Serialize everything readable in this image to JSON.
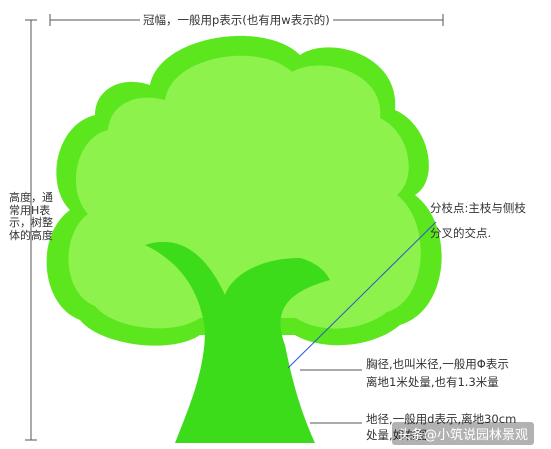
{
  "colors": {
    "crown_outer": "#5ce61e",
    "crown_inner": "#8ef24c",
    "trunk": "#3ddc1a",
    "dim_line": "#555555",
    "leader_line": "#2b55c9",
    "text": "#333333"
  },
  "annotations": {
    "crown_width": "冠幅，一般用p表示(也有用w表示的)",
    "height": "高度，通常用H表示，树整体的高度",
    "branch_point_line1": "分枝点:主枝与侧枝",
    "branch_point_line2": "分叉的交点.",
    "dbh_line1": "胸径,也叫米径,一般用Φ表示",
    "dbh_line2": "离地1米处量,也有1.3米量",
    "ground_line1": "地径,一般用d表示,离地30cm",
    "ground_line2": "处量,如右图"
  },
  "watermark": "头条@小筑说园林景观"
}
